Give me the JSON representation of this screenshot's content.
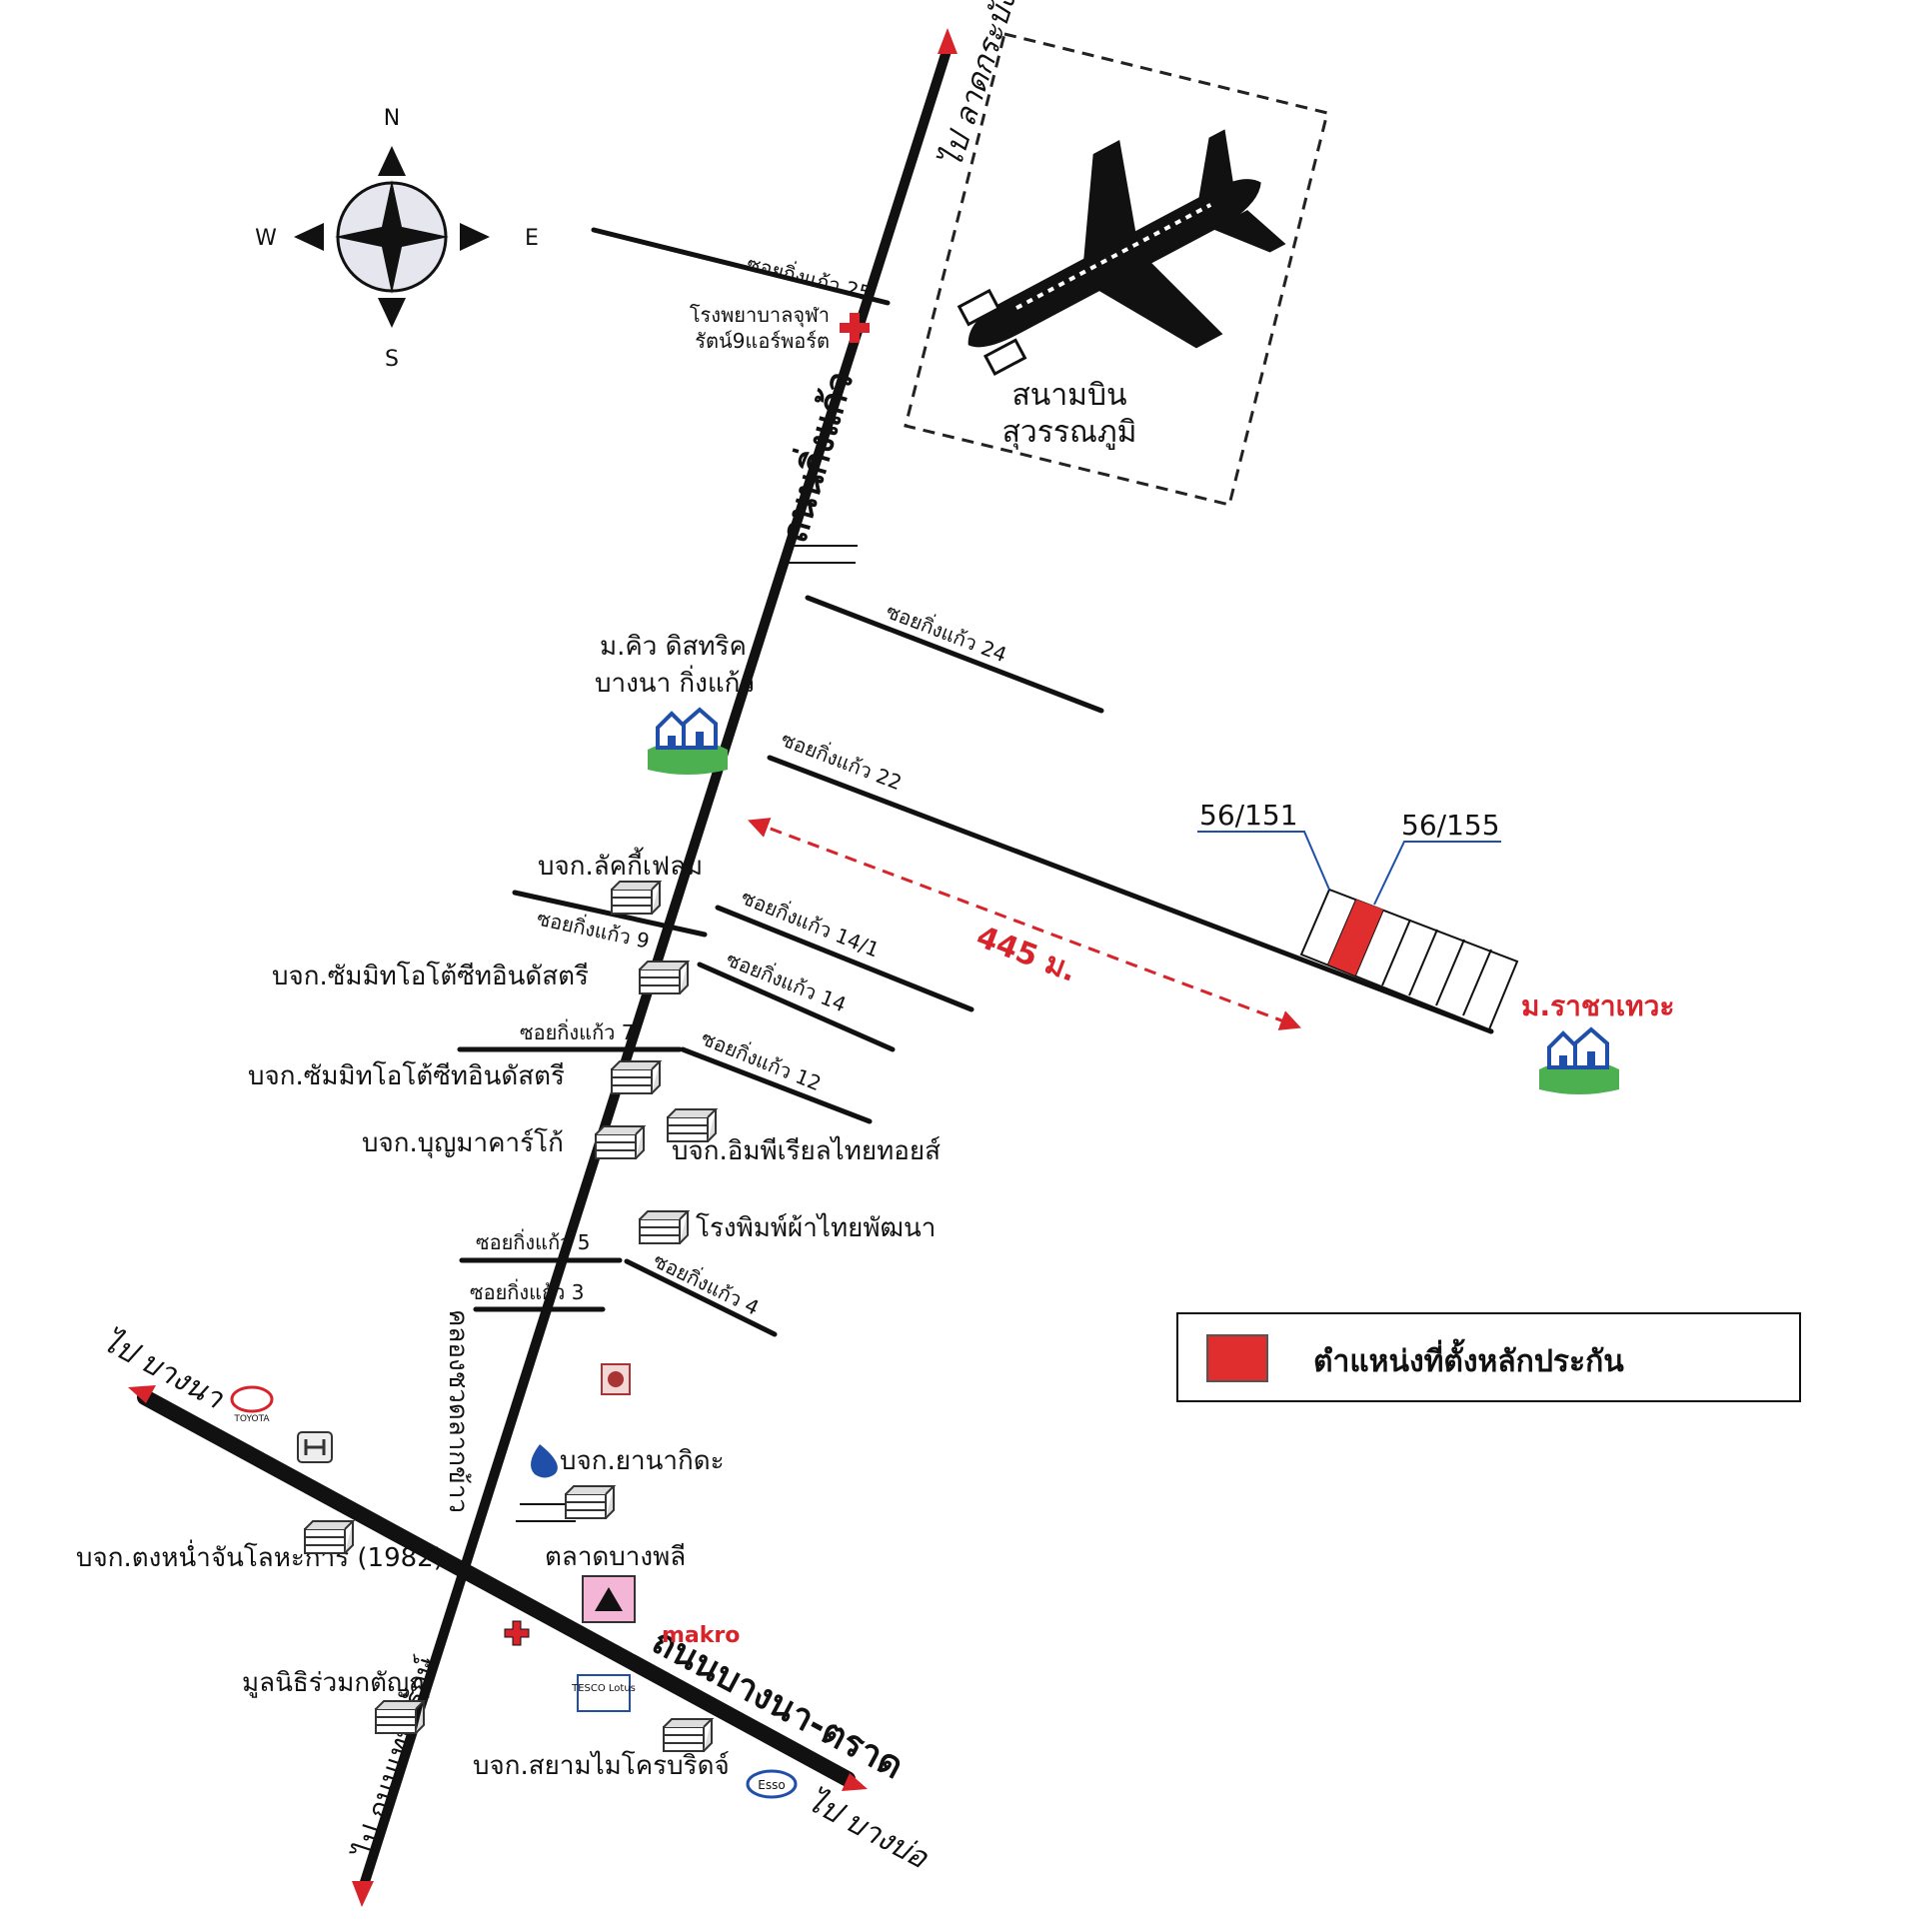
{
  "compass": {
    "n": "N",
    "s": "S",
    "e": "E",
    "w": "W"
  },
  "roads": {
    "kingkaew": "ถนนกิ่งแก้ว",
    "bangna_trat": "ถนนบางนา-ตราด",
    "theparak": "ไป ถนนเทพารักษ์",
    "klong": "คลองชวดลากข้าว"
  },
  "directions": {
    "latkrabang": "ไป ลาดกระบัง",
    "bangna": "ไป บางนา",
    "bangbo": "ไป บางบ่อ"
  },
  "airport": {
    "line1": "สนามบิน",
    "line2": "สุวรรณภูมิ"
  },
  "hospital": {
    "line1": "โรงพยาบาลจุฬา",
    "line2": "รัตน์9แอร์พอร์ต"
  },
  "sois": {
    "s25": "ซอยกิ่งแก้ว 25",
    "s24": "ซอยกิ่งแก้ว 24",
    "s22": "ซอยกิ่งแก้ว 22",
    "s14_1": "ซอยกิ่งแก้ว 14/1",
    "s14": "ซอยกิ่งแก้ว 14",
    "s12": "ซอยกิ่งแก้ว 12",
    "s9": "ซอยกิ่งแก้ว 9",
    "s7": "ซอยกิ่งแก้ว 7",
    "s5": "ซอยกิ่งแก้ว 5",
    "s4": "ซอยกิ่งแก้ว 4",
    "s3": "ซอยกิ่งแก้ว 3"
  },
  "pois": {
    "qdistrict_1": "ม.คิว ดิสทริค",
    "qdistrict_2": "บางนา กิ่งแก้ว",
    "lucky": "บจก.ลัคกี้เฟลม",
    "summit1": "บจก.ซัมมิทโอโต้ซีทอินดัสตรี",
    "summit2": "บจก.ซัมมิทโอโต้ซีทอินดัสตรี",
    "boonma": "บจก.บุญมาคาร์โก้",
    "imperial": "บจก.อิมพีเรียลไทยทอยส์",
    "printing": "โรงพิมพ์ผ้าไทยพัฒนา",
    "yanagida": "บจก.ยานากิดะ",
    "tanghua": "บจก.ตงหน่ำจันโลหะการ (1982)",
    "market": "ตลาดบางพลี",
    "makro": "makro",
    "foundation": "มูลนิธิร่วมกตัญญู",
    "siam": "บจก.สยามไมโครบริดจ์",
    "rachathewa": "ม.ราชาเทวะ",
    "toyota": "TOYOTA",
    "esso": "Esso",
    "tesco": "TESCO Lotus"
  },
  "plots": {
    "p1": "56/151",
    "p2": "56/155"
  },
  "distance": "445 ม.",
  "legend": {
    "label": "ตำแหน่งที่ตั้งหลักประกัน",
    "color": "#e02d2d"
  },
  "colors": {
    "road": "#111111",
    "accent_red": "#d8232a",
    "house_blue": "#1f4fa8",
    "house_green": "#4caf50"
  }
}
